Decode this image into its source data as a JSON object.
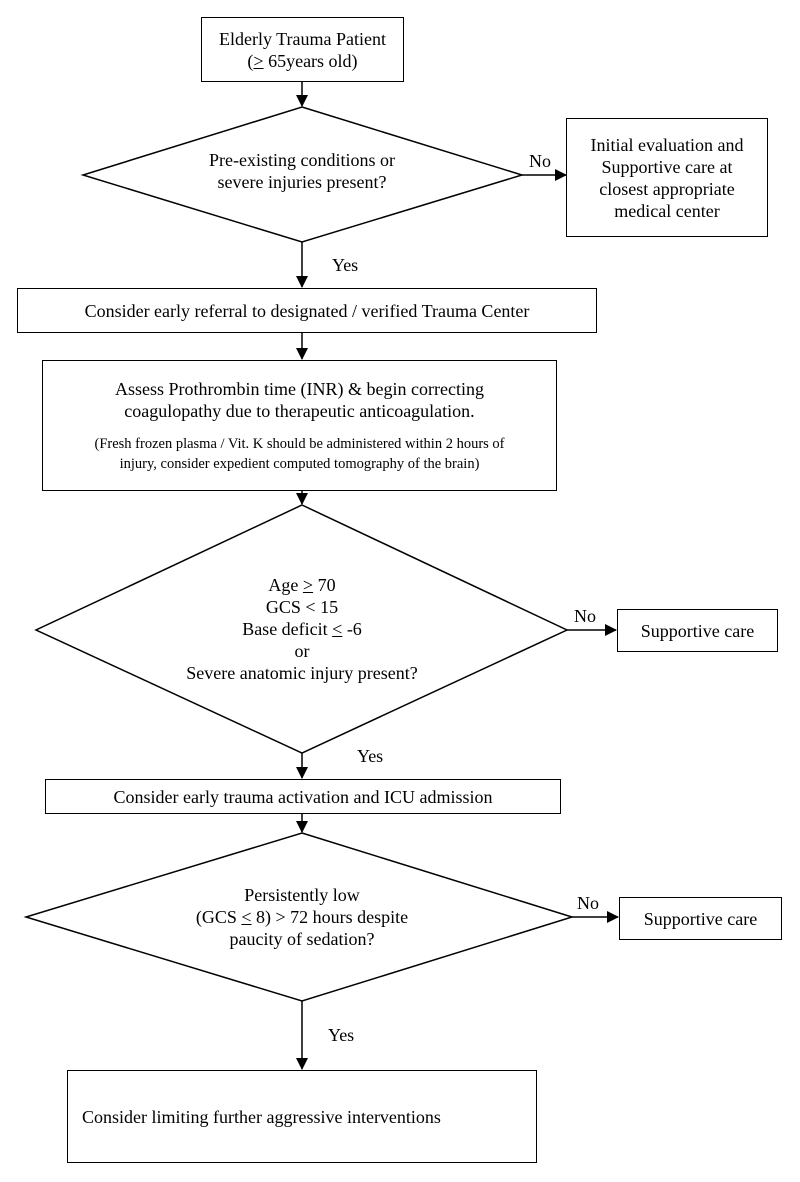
{
  "flowchart": {
    "start": {
      "line1": "Elderly Trauma Patient",
      "line2_open": "(",
      "line2_sym": ">",
      "line2_rest": " 65years old)"
    },
    "decision1": {
      "line1": "Pre-existing conditions or",
      "line2": "severe injuries present?"
    },
    "initial_eval": {
      "line1": "Initial evaluation and",
      "line2": "Supportive care at",
      "line3": "closest appropriate",
      "line4": "medical center"
    },
    "referral": {
      "text": "Consider early referral to designated / verified Trauma Center"
    },
    "assess": {
      "line1": "Assess Prothrombin time (INR) & begin correcting",
      "line2": "coagulopathy due to therapeutic anticoagulation.",
      "note1": "(Fresh frozen plasma / Vit. K should be administered within 2 hours of",
      "note2": "injury, consider expedient computed tomography of the brain)"
    },
    "decision2": {
      "age_prefix": "Age ",
      "age_sym": ">",
      "age_value": " 70",
      "gcs": "GCS < 15",
      "base_prefix": "Base deficit ",
      "base_sym": "<",
      "base_value": " -6",
      "or": "or",
      "severe": "Severe anatomic injury present?"
    },
    "supportive1": {
      "text": "Supportive care"
    },
    "activation": {
      "text": "Consider early trauma activation and ICU admission"
    },
    "decision3": {
      "line1": "Persistently low",
      "line2_prefix": "(GCS ",
      "line2_sym": "<",
      "line2_rest": " 8) > 72 hours despite",
      "line3": "paucity of sedation?"
    },
    "supportive2": {
      "text": "Supportive care"
    },
    "limit": {
      "text": "Consider limiting further aggressive interventions"
    },
    "labels": {
      "no": "No",
      "yes": "Yes"
    }
  }
}
